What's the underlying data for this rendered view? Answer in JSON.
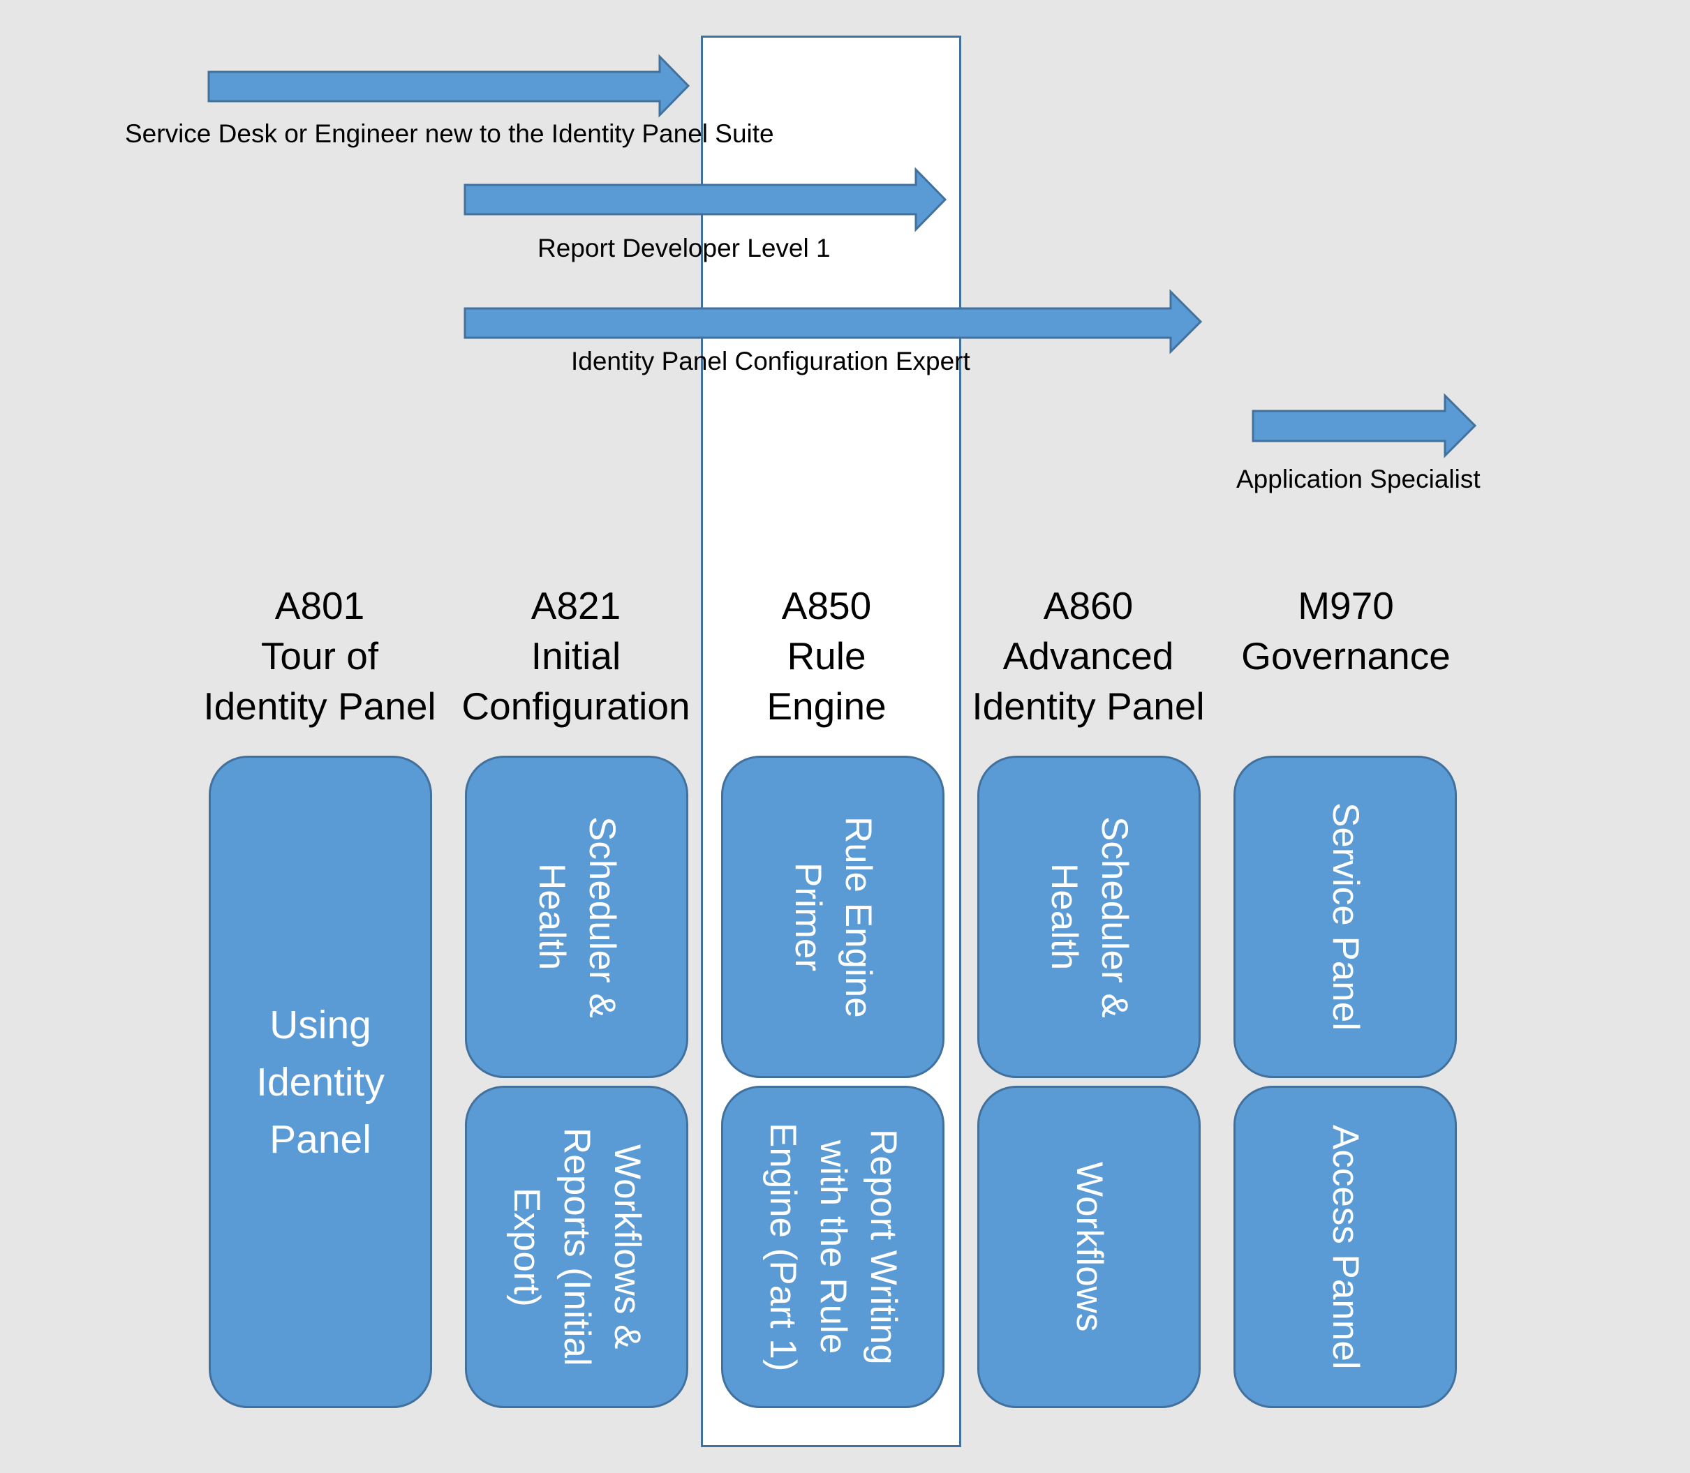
{
  "colors": {
    "background": "#e6e6e6",
    "arrow_fill": "#5b9bd5",
    "arrow_stroke": "#41719c",
    "module_fill": "#5b9bd5",
    "module_border": "#41719c",
    "highlight_column": "#ffffff"
  },
  "learning_paths": [
    {
      "label": "Service Desk or Engineer new to the Identity Panel Suite",
      "icon": "right-arrow"
    },
    {
      "label": "Report Developer Level 1",
      "icon": "right-arrow"
    },
    {
      "label": "Identity Panel Configuration Expert",
      "icon": "right-arrow"
    },
    {
      "label": "Application Specialist",
      "icon": "right-arrow"
    }
  ],
  "courses": [
    {
      "code": "A801",
      "title_line1": "Tour of",
      "title_line2": "Identity Panel",
      "modules": [
        {
          "label": "Using Identity Panel"
        }
      ]
    },
    {
      "code": "A821",
      "title_line1": "Initial",
      "title_line2": "Configuration",
      "modules": [
        {
          "label": "Scheduler & Health"
        },
        {
          "label": "Workflows & Reports (Initial Export)"
        }
      ]
    },
    {
      "code": "A850",
      "title_line1": "Rule",
      "title_line2": "Engine",
      "modules": [
        {
          "label": "Rule Engine Primer"
        },
        {
          "label": "Report Writing with the Rule Engine (Part 1)"
        }
      ]
    },
    {
      "code": "A860",
      "title_line1": "Advanced",
      "title_line2": "Identity Panel",
      "modules": [
        {
          "label": "Scheduler & Health"
        },
        {
          "label": "Workflows"
        }
      ]
    },
    {
      "code": "M970",
      "title_line1": "Governance",
      "title_line2": "",
      "modules": [
        {
          "label": "Service Panel"
        },
        {
          "label": "Access Pannel"
        }
      ]
    }
  ]
}
